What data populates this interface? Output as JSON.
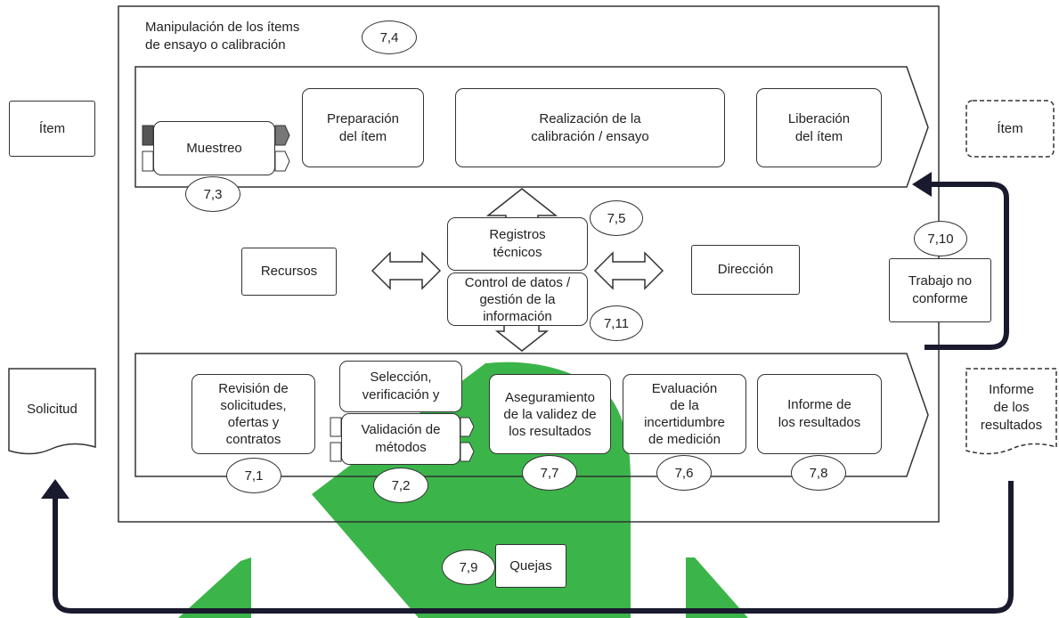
{
  "colors": {
    "accent_green": "#3bb54a",
    "line": "#333333",
    "arrow": "#1a1a2e"
  },
  "header": {
    "title": "Manipulación de los ítems\nde ensayo o calibración",
    "ref": "7,4"
  },
  "top_band": {
    "muestreo": "Muestreo",
    "muestreo_ref": "7,3",
    "preparacion": "Preparación\ndel ítem",
    "realizacion": "Realización de la\ncalibración / ensayo",
    "liberacion": "Liberación\ndel ítem"
  },
  "middle": {
    "recursos": "Recursos",
    "registros": "Registros\ntécnicos",
    "registros_ref": "7,5",
    "control": "Control de datos /\ngestión de la\ninformación",
    "control_ref": "7,11",
    "direccion": "Dirección"
  },
  "bottom_band": {
    "revision": "Revisión de\nsolicitudes,\nofertas y\ncontratos",
    "revision_ref": "7,1",
    "seleccion": "Selección,\nverificación y",
    "validacion": "Validación de\nmétodos",
    "metodos_ref": "7,2",
    "aseguramiento": "Aseguramiento\nde la validez de\nlos resultados",
    "aseguramiento_ref": "7,7",
    "evaluacion": "Evaluación\nde la\nincertidumbre\nde medición",
    "evaluacion_ref": "7,6",
    "informe": "Informe de\nlos resultados",
    "informe_ref": "7,8"
  },
  "quejas": {
    "label": "Quejas",
    "ref": "7,9"
  },
  "left": {
    "item": "Ítem",
    "solicitud": "Solicitud"
  },
  "right": {
    "item": "Ítem",
    "trabajo": "Trabajo no\nconforme",
    "trabajo_ref": "7,10",
    "informe": "Informe\nde los\nresultados"
  }
}
